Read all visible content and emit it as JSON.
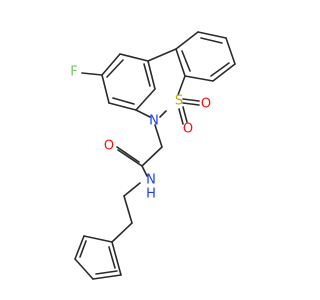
{
  "molecule": {
    "atoms": {
      "fluorine": "F",
      "sulfur": "S",
      "sulfonyl_oxygen_1": "O",
      "sulfonyl_oxygen_2": "O",
      "ring_nitrogen": "N",
      "carbonyl_oxygen": "O",
      "amide_nitrogen": "N",
      "amide_hydrogen": "H"
    },
    "colors": {
      "bond": "#2b2b2b",
      "fluorine": "#7cc46c",
      "sulfur": "#c8a800",
      "oxygen": "#ff0d0d",
      "nitrogen": "#1d3cff"
    }
  }
}
